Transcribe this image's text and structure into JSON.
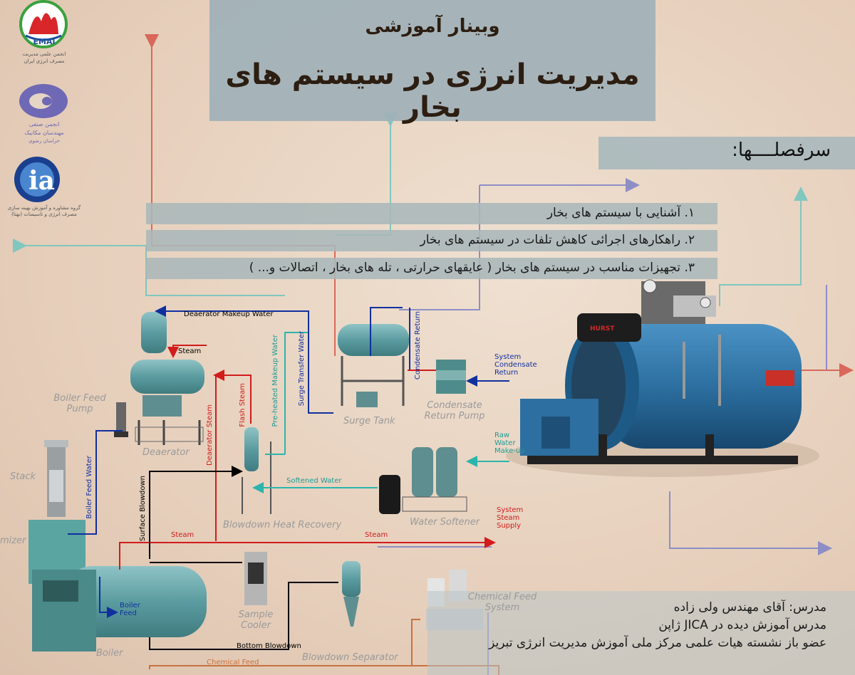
{
  "header": {
    "subtitle": "وبینار آموزشی",
    "title": "مدیریت انرژی در سیستم های بخار"
  },
  "headings": {
    "label": "سرفصلــــها:",
    "items": [
      "۱. آشنایی با سیستم های بخار",
      "۲. راهکارهای اجرائی کاهش تلفات در سیستم های بخار",
      "۳. تجهیزات مناسب در سیستم های بخار ( عایقهای حرارتی ، تله های بخار ، اتصالات و... )"
    ]
  },
  "instructor": {
    "line1": "مدرس: آقای مهندس ولی زاده",
    "line2": "مدرس آموزش دیده در JICA ژاپن",
    "line3": "عضو باز نشسته هیات علمی مرکز ملی آموزش مدیریت انرژی تبریز"
  },
  "logos": [
    {
      "name": "EMAI",
      "caption1": "انجمن علمی مدیریت",
      "caption2": "مصرف انرژی ایران"
    },
    {
      "name": "",
      "caption1": "انجمن صنفی",
      "caption2": "مهندسان مکانیک",
      "caption3": "خراسان رضوی"
    },
    {
      "name": "",
      "caption1": "گروه مشاوره و آموزش بهینه سازی",
      "caption2": "مصرف انرژی و تاسیسات (بهتا)"
    }
  ],
  "components": {
    "boiler_feed_pump": "Boiler Feed Pump",
    "deaerator": "Deaerator",
    "stack": "Stack",
    "economizer": "mizer",
    "boiler": "Boiler",
    "blowdown_heat_recovery": "Blowdown Heat Recovery",
    "water_softener": "Water Softener",
    "surge_tank": "Surge Tank",
    "condensate_return_pump": "Condensate Return Pump",
    "sample_cooler": "Sample Cooler",
    "blowdown_separator": "Blowdown Separator",
    "chemical_feed_system": "Chemical Feed System",
    "hurst_label": "HURST"
  },
  "flows": {
    "deaerator_makeup": "Deaerator Makeup Water",
    "steam": "Steam",
    "steam2": "Steam",
    "flash_steam": "Flash Steam",
    "deaerator_steam": "Deaerator Steam",
    "preheated_makeup": "Pre-heated Makeup Water",
    "surge_transfer": "Surge Transfer Water",
    "condensate_return": "Condensate Return",
    "system_condensate_return": "System Condensate Return",
    "raw_water_makeup": "Raw Water Make-up",
    "softened_water": "Softened Water",
    "boiler_feed_water": "Boiler Feed Water",
    "surface_blowdown": "Surface Blowdown",
    "system_steam_supply": "System Steam Supply",
    "boiler_feed": "Boiler Feed",
    "bottom_blowdown": "Bottom Blowdown",
    "chemical_feed": "Chemical Feed"
  },
  "colors": {
    "title_box": "#9fb1b8",
    "steam": "#d21b1b",
    "water": "#1030a0",
    "makeup": "#2bb5ac",
    "boiler_body": "#2c6fa0"
  }
}
